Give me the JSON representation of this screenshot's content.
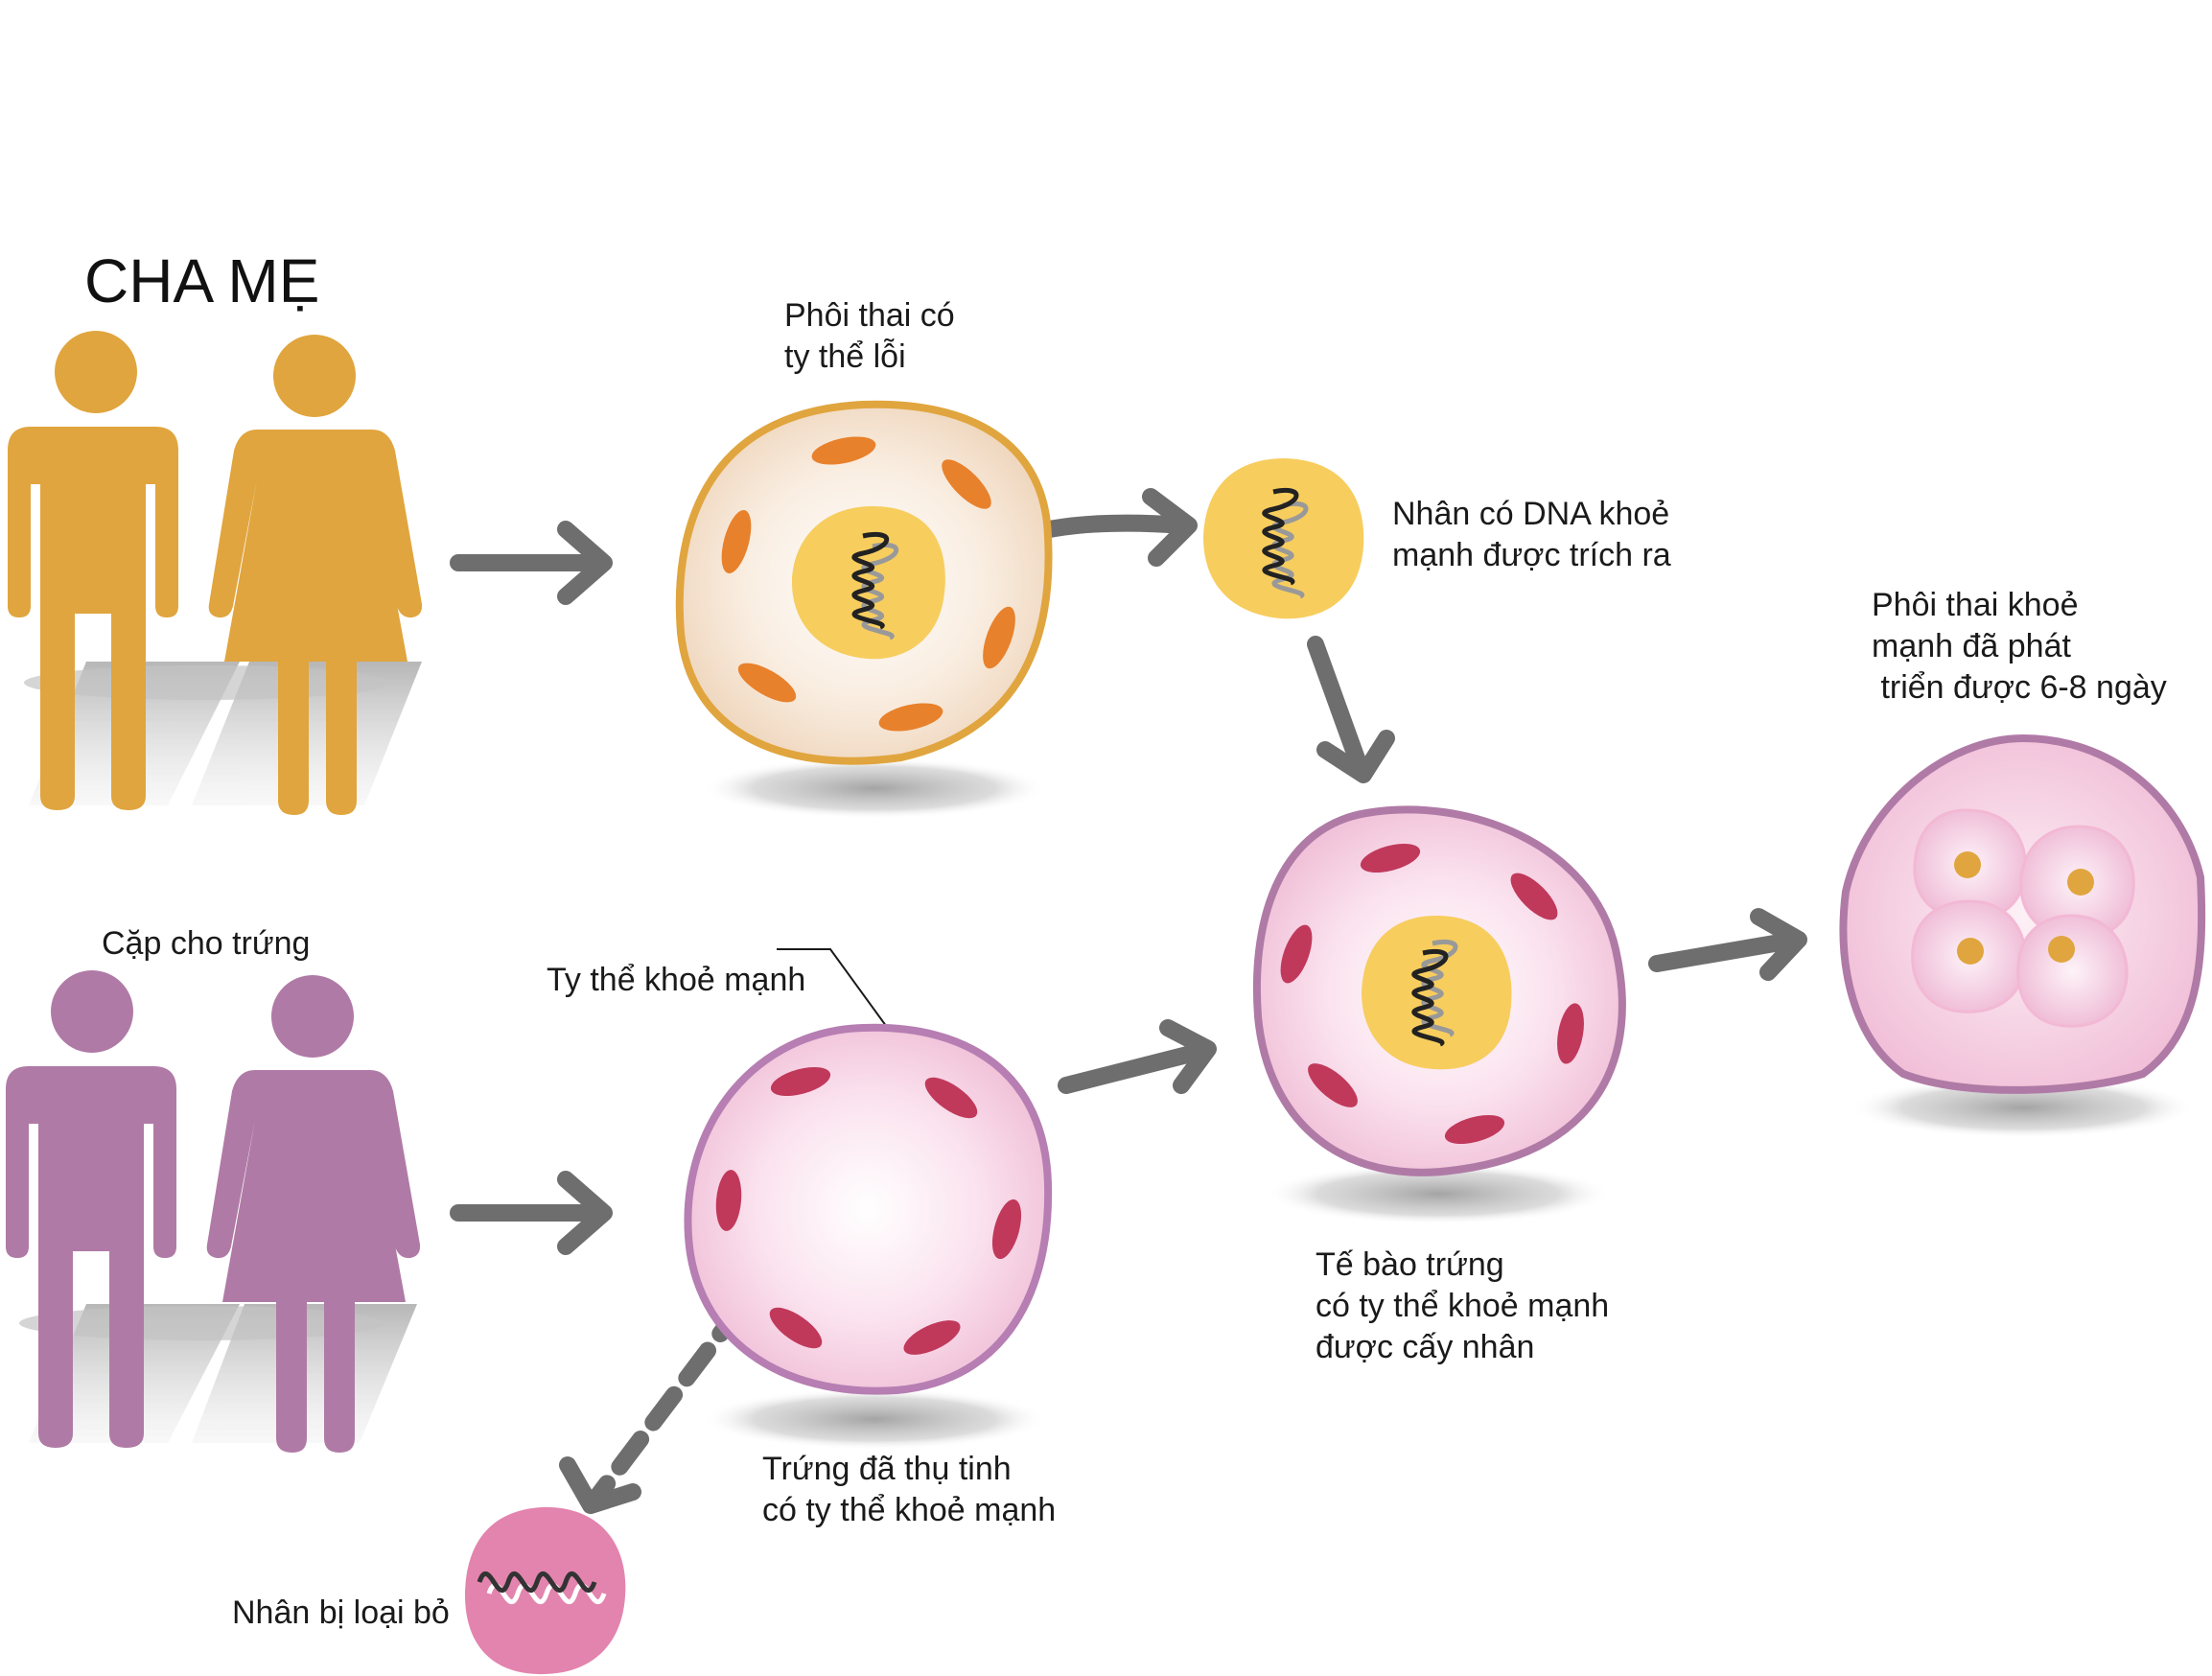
{
  "labels": {
    "parents": "CHA MẸ",
    "donor_couple": "Cặp cho trứng",
    "faulty_embryo_1": "Phôi thai có",
    "faulty_embryo_2": "ty thể lỗi",
    "extracted_nucleus_1": "Nhân có DNA khoẻ",
    "extracted_nucleus_2": "mạnh được trích ra",
    "healthy_embryo_1": "Phôi thai khoẻ",
    "healthy_embryo_2": "mạnh đã phát",
    "healthy_embryo_3": " triển được 6-8 ngày",
    "healthy_mito": "Ty thể khoẻ mạnh",
    "donor_egg_1": "Trứng đã thụ tinh",
    "donor_egg_2": "có ty thể khoẻ mạnh",
    "transplanted_egg_1": "Tế bào trứng",
    "transplanted_egg_2": "có ty thể khoẻ mạnh",
    "transplanted_egg_3": "được cấy nhân",
    "discarded_nucleus": "Nhân bị loại bỏ"
  },
  "colors": {
    "parents": "#e0a53e",
    "donors": "#b07aa6",
    "arrow": "#6e6e6e",
    "nucleus": "#f7cd5e",
    "orange_mito": "#e8812c",
    "red_mito": "#c0395b",
    "pink_membrane": "#b67eb2",
    "orange_membrane": "#e0a53e",
    "discarded": "#e384ae"
  }
}
